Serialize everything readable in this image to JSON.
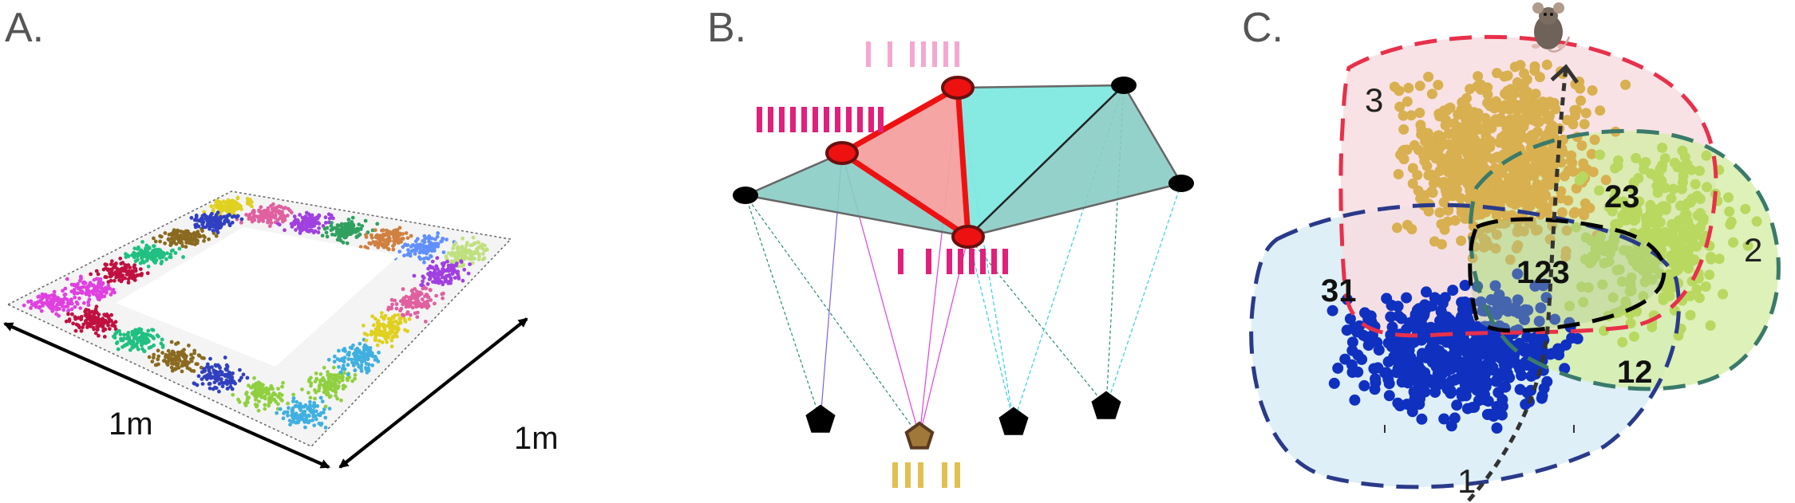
{
  "panels": {
    "a": {
      "label": "A.",
      "width_label": "1m",
      "depth_label": "1m",
      "cluster_colors": [
        "#e040e0",
        "#c01040",
        "#20c080",
        "#8a6a20",
        "#3040c0",
        "#90d040",
        "#40b0e0",
        "#e0d020",
        "#e060a0",
        "#a040e0",
        "#30a060",
        "#d08040",
        "#6090ff",
        "#c0e080"
      ]
    },
    "b": {
      "label": "B.",
      "spike_color_top": "#f4a8d0",
      "spike_color_main": "#e0207a",
      "spike_color_bottom": "#e0c050",
      "triangle_fill": "#f5a0a0",
      "triangle_edge": "#ee1111",
      "surface_fill": "#7fe8e0"
    },
    "c": {
      "label": "C.",
      "regions": [
        "3",
        "2",
        "1"
      ],
      "overlaps": [
        "23",
        "31",
        "12",
        "123"
      ],
      "colors": {
        "region3": "#e8304a",
        "region2": "#3a7a6a",
        "region1": "#2a3a8a",
        "dots3": "#d8b050",
        "dots2": "#b8d860",
        "dots1": "#1030c0"
      }
    }
  }
}
